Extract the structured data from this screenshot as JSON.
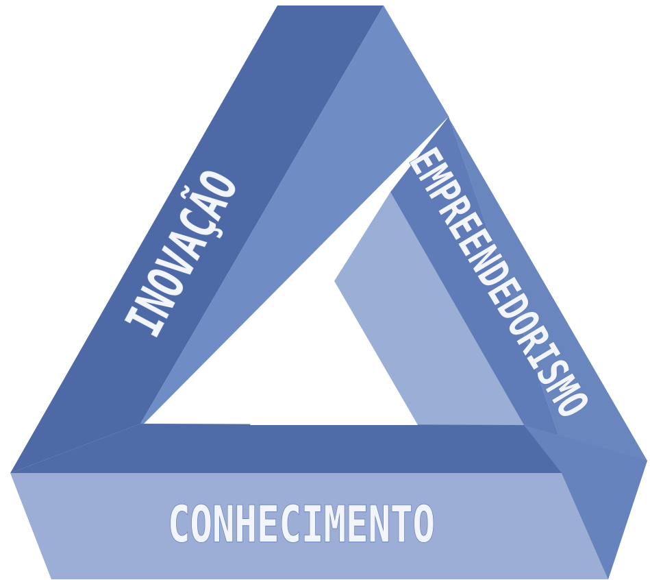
{
  "diagram": {
    "labels": {
      "left_side": "INOVAÇÃO",
      "right_side": "EMPREENDEDORISMO",
      "bottom_side": "CONHECIMENTO"
    }
  },
  "colors": {
    "background": "#ffffff",
    "face_dark": "#4d6aa7",
    "face_medium": "#6e89c1",
    "face_light": "#9aaed6",
    "inner_dark": "#5878b3",
    "inner_light": "#9db0d7",
    "label_fill": "#f2f5fb"
  }
}
